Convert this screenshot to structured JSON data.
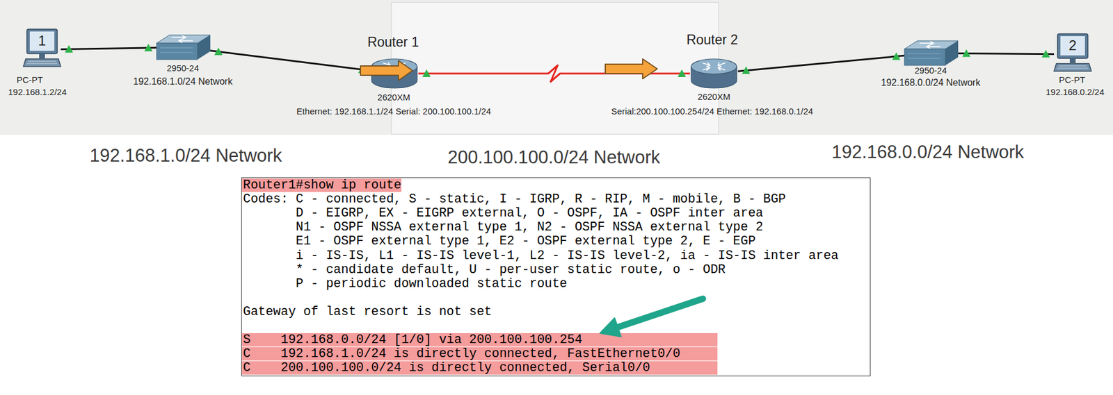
{
  "diagram": {
    "nodes": [
      {
        "text": [
          "1",
          "PC-PT",
          "192.168.1.2/24"
        ]
      },
      {
        "text": [
          "2950-24",
          "192.168.1.0/24 Network"
        ]
      },
      {
        "text": [
          "Router 1",
          "2620XM",
          "Ethernet: 192.168.1.1/24 Serial: 200.100.100.1/24"
        ]
      },
      {
        "text": [
          "Router 2",
          "2620XM",
          "Serial:200.100.100.254/24 Ethernet: 192.168.0.1/24"
        ]
      },
      {
        "text": [
          "2950-24",
          "192.168.0.0/24 Network"
        ]
      },
      {
        "text": [
          "2",
          "PC-PT",
          "192.168.0.2/24"
        ]
      },
      {
        "text": [
          "Router1#show ip route",
          "Codes: C - connected, S - static, I - IGRP, R - RIP, M - mobile, B - BGP",
          "D - EIGRP, EX - EIGRP external, O - OSPF, IA - OSPF inter area",
          "N1 - OSPF NSSA external type 1, N2 - OSPF NSSA external type 2",
          "E1 - OSPF external type 1, E2 - OSPF external type 2, E - EGP",
          "i - IS-IS, L1 - IS-IS level-1, L2 - IS-IS level-2, ia - IS-IS inter area",
          "* - candidate default, U - per-user static route, o - ODR",
          "P - periodic downloaded static route",
          "Gateway of last resort is not set",
          "S    192.168.0.0/24 [1/0] via 200.100.100.254",
          "C    192.168.1.0/24 is directly connected, FastEthernet0/0",
          "C    200.100.100.0/24 is directly connected, Serial0/0"
        ]
      }
    ],
    "edges": [
      {
        "from": 0,
        "to": 1,
        "arrow": "none"
      },
      {
        "from": 1,
        "to": 2,
        "arrow": "none"
      },
      {
        "from": 2,
        "to": 3,
        "arrow": "none"
      },
      {
        "from": 3,
        "to": 4,
        "arrow": "none"
      },
      {
        "from": 4,
        "to": 5,
        "arrow": "none"
      }
    ],
    "labels": [
      "192.168.1.0/24 Network",
      "200.100.100.0/24 Network",
      "192.168.0.0/24 Network"
    ]
  }
}
